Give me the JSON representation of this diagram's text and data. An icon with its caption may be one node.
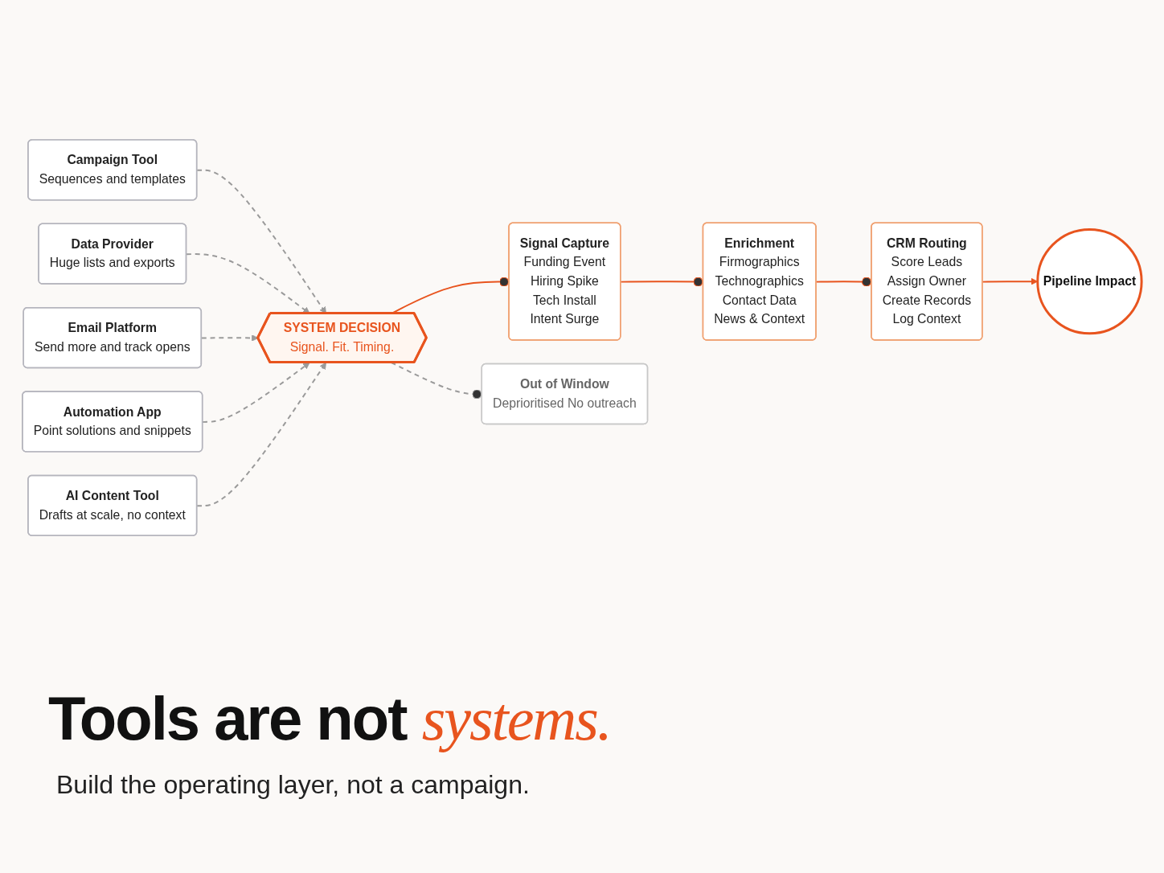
{
  "diagram": {
    "title": "Tools are not *systems.*",
    "caption": "Build the operating layer, not a campaign.",
    "nodes": [
      {
        "text": [
          "Campaign Tool",
          "Sequences and templates"
        ]
      },
      {
        "text": [
          "Data Provider",
          "Huge lists and exports"
        ]
      },
      {
        "text": [
          "Email Platform",
          "Send more and track opens"
        ]
      },
      {
        "text": [
          "Automation App",
          "Point solutions and snippets"
        ]
      },
      {
        "text": [
          "AI Content Tool",
          "Drafts at scale, no context"
        ]
      },
      {
        "text": [
          "SYSTEM DECISION",
          "Signal. Fit. Timing."
        ]
      },
      {
        "text": [
          "Signal Capture",
          "Funding Event",
          "Hiring Spike",
          "Tech Install",
          "Intent Surge"
        ]
      },
      {
        "text": [
          "Enrichment",
          "Firmographics",
          "Technographics",
          "Contact Data",
          "News & Context"
        ]
      },
      {
        "text": [
          "CRM Routing",
          "Score Leads",
          "Assign Owner",
          "Create Records",
          "Log Context"
        ]
      },
      {
        "text": [
          "Pipeline Impact"
        ]
      },
      {
        "text": [
          "Out of Window",
          "Deprioritised No outreach"
        ]
      }
    ],
    "edges": [
      {
        "from": 0,
        "to": 5,
        "arrow": "to",
        "style": "dashed"
      },
      {
        "from": 1,
        "to": 5,
        "arrow": "to",
        "style": "dashed"
      },
      {
        "from": 2,
        "to": 5,
        "arrow": "to",
        "style": "dashed"
      },
      {
        "from": 3,
        "to": 5,
        "arrow": "to",
        "style": "dashed"
      },
      {
        "from": 4,
        "to": 5,
        "arrow": "to",
        "style": "dashed"
      },
      {
        "from": 5,
        "to": 6,
        "arrow": "other",
        "color": "#e8541e"
      },
      {
        "from": 6,
        "to": 7,
        "arrow": "other",
        "color": "#e8541e"
      },
      {
        "from": 7,
        "to": 8,
        "arrow": "other",
        "color": "#e8541e"
      },
      {
        "from": 8,
        "to": 9,
        "arrow": "to",
        "color": "#e8541e"
      },
      {
        "from": 5,
        "to": 10,
        "arrow": "other",
        "style": "dashed"
      }
    ]
  }
}
